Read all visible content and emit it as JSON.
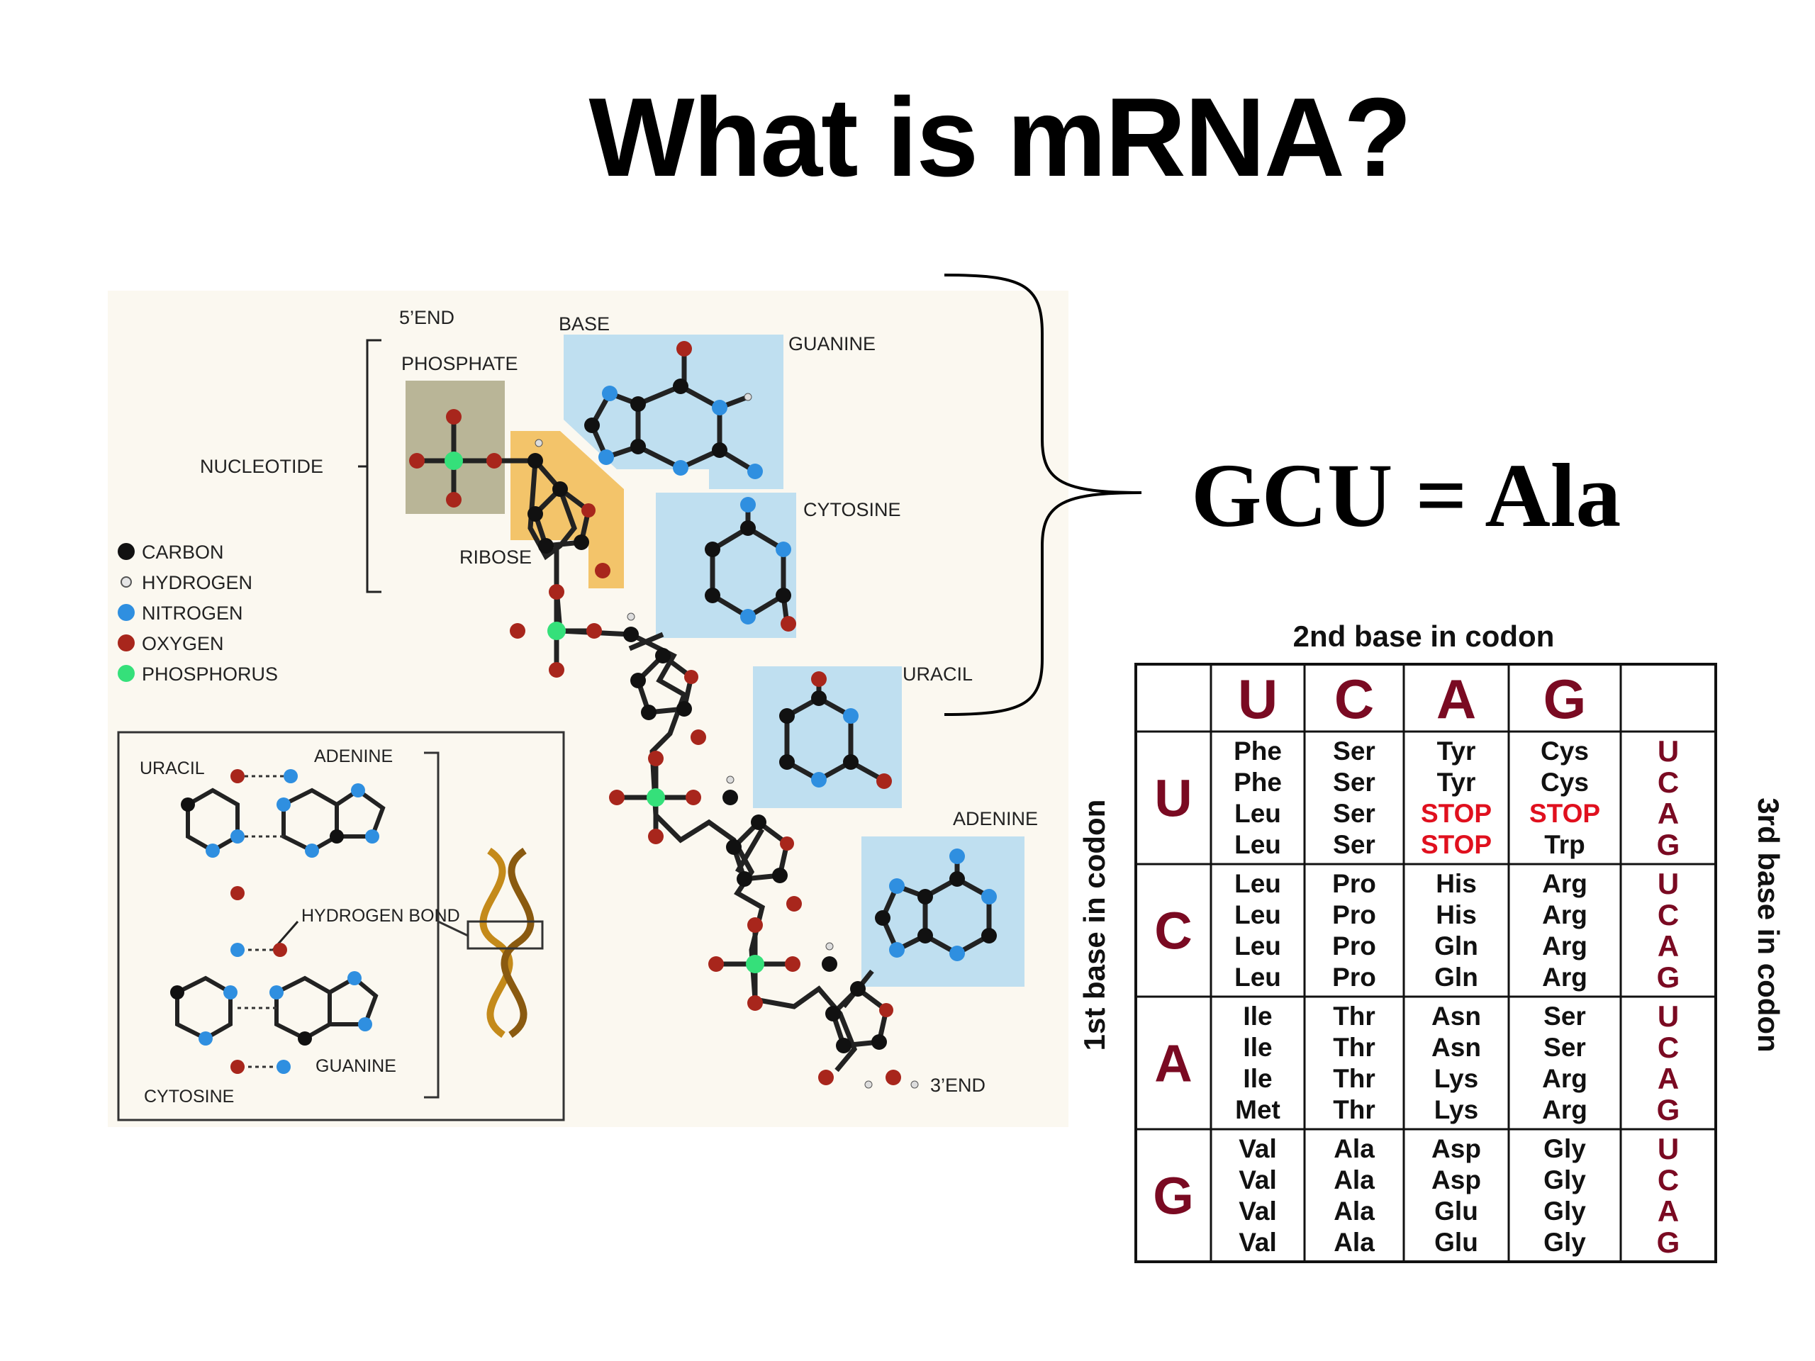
{
  "slide": {
    "title": "What is mRNA?",
    "equation": "GCU = Ala"
  },
  "rna_diagram": {
    "labels": {
      "five_end": "5’END",
      "base": "BASE",
      "phosphate": "PHOSPHATE",
      "guanine": "GUANINE",
      "nucleotide": "NUCLEOTIDE",
      "cytosine": "CYTOSINE",
      "ribose": "RIBOSE",
      "uracil": "URACIL",
      "adenine": "ADENINE",
      "three_end": "3’END"
    },
    "legend": [
      {
        "label": "CARBON",
        "color": "#111111"
      },
      {
        "label": "HYDROGEN",
        "color": "#e6e6e6"
      },
      {
        "label": "NITROGEN",
        "color": "#2f8fe0"
      },
      {
        "label": "OXYGEN",
        "color": "#a8261c"
      },
      {
        "label": "PHOSPHORUS",
        "color": "#35e07a"
      }
    ],
    "inset": {
      "uracil": "URACIL",
      "adenine": "ADENINE",
      "hydrogen_bond": "HYDROGEN BOND",
      "cytosine": "CYTOSINE",
      "guanine": "GUANINE"
    },
    "colors": {
      "background": "#fbf8f0",
      "base_box": "#bfdff0",
      "phosphate_box": "#b9b597",
      "ribose_box": "#f3c46a"
    }
  },
  "codon_table": {
    "top_label": "2nd base in codon",
    "left_label": "1st base in codon",
    "right_label": "3rd base in codon",
    "second_bases": [
      "U",
      "C",
      "A",
      "G"
    ],
    "first_bases": [
      "U",
      "C",
      "A",
      "G"
    ],
    "third_bases": [
      "U",
      "C",
      "A",
      "G"
    ],
    "rows": [
      [
        [
          "Phe",
          "Phe",
          "Leu",
          "Leu"
        ],
        [
          "Ser",
          "Ser",
          "Ser",
          "Ser"
        ],
        [
          "Tyr",
          "Tyr",
          "STOP",
          "STOP"
        ],
        [
          "Cys",
          "Cys",
          "STOP",
          "Trp"
        ]
      ],
      [
        [
          "Leu",
          "Leu",
          "Leu",
          "Leu"
        ],
        [
          "Pro",
          "Pro",
          "Pro",
          "Pro"
        ],
        [
          "His",
          "His",
          "Gln",
          "Gln"
        ],
        [
          "Arg",
          "Arg",
          "Arg",
          "Arg"
        ]
      ],
      [
        [
          "Ile",
          "Ile",
          "Ile",
          "Met"
        ],
        [
          "Thr",
          "Thr",
          "Thr",
          "Thr"
        ],
        [
          "Asn",
          "Asn",
          "Lys",
          "Lys"
        ],
        [
          "Ser",
          "Ser",
          "Arg",
          "Arg"
        ]
      ],
      [
        [
          "Val",
          "Val",
          "Val",
          "Val"
        ],
        [
          "Ala",
          "Ala",
          "Ala",
          "Ala"
        ],
        [
          "Asp",
          "Asp",
          "Glu",
          "Glu"
        ],
        [
          "Gly",
          "Gly",
          "Gly",
          "Gly"
        ]
      ]
    ],
    "colors": {
      "base_letter": "#7a0a22",
      "stop": "#e0101e",
      "text": "#111111"
    }
  }
}
